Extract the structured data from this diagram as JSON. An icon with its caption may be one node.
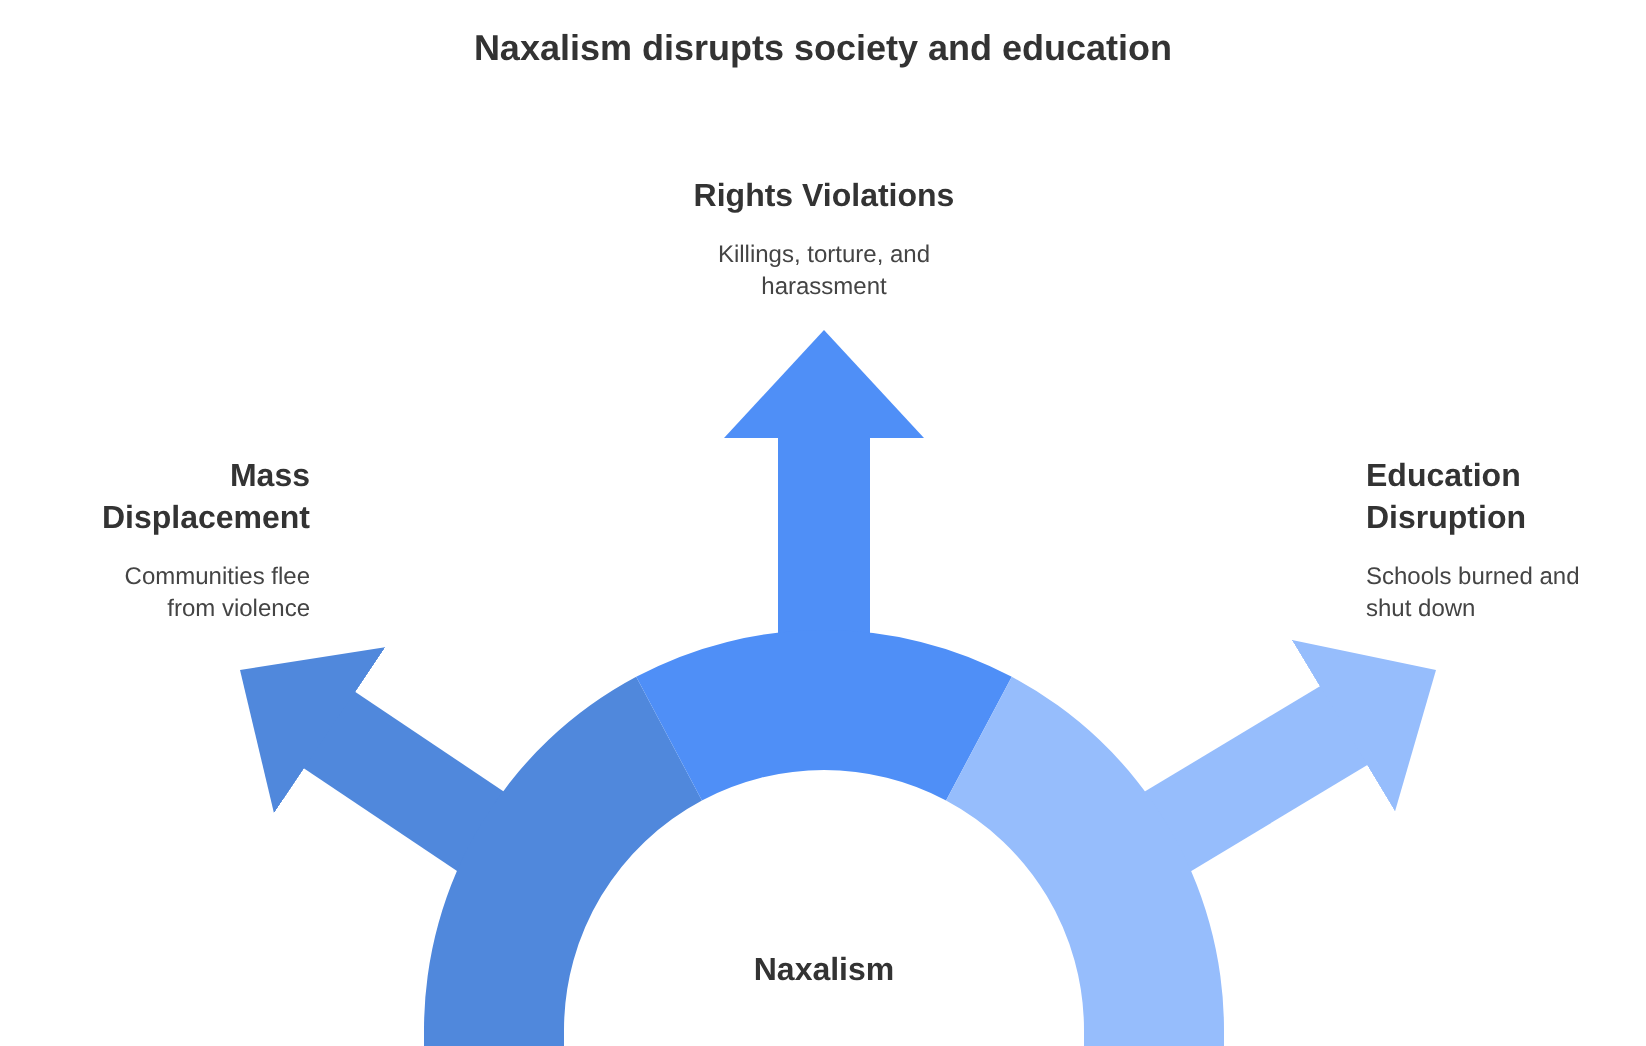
{
  "diagram": {
    "title": "Naxalism disrupts society and education",
    "nodes": [
      {
        "text": [
          "Naxalism"
        ]
      },
      {
        "text": [
          "Mass Displacement",
          "Communities flee from violence"
        ]
      },
      {
        "text": [
          "Rights Violations",
          "Killings, torture, and harassment"
        ]
      },
      {
        "text": [
          "Education Disruption",
          "Schools burned and shut down"
        ]
      }
    ],
    "edges": [
      {
        "from": 0,
        "to": 1,
        "arrow": "to",
        "color": "#5088dc"
      },
      {
        "from": 0,
        "to": 2,
        "arrow": "to",
        "color": "#4f8ff7"
      },
      {
        "from": 0,
        "to": 3,
        "arrow": "to",
        "color": "#96bdfc"
      }
    ]
  }
}
